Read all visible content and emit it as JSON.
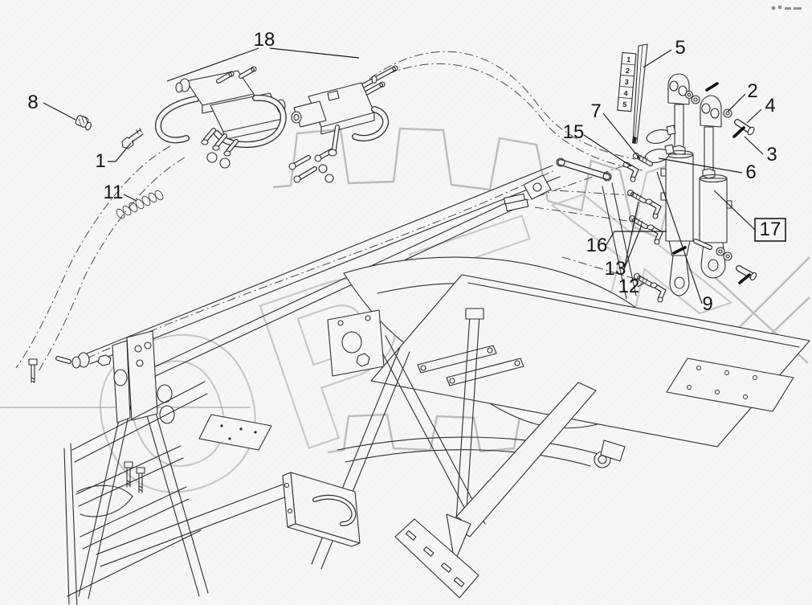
{
  "diagram": {
    "type": "exploded-parts-diagram",
    "subject": "front-loader frame with hydraulic cylinders and valve blocks",
    "background_color": "#f7f6f5",
    "line_color": "#2e2e2e",
    "watermark": {
      "text": "OPEX",
      "color": "#c7c7c7"
    },
    "ruler_digits": [
      "1",
      "2",
      "3",
      "4",
      "5"
    ],
    "callouts": [
      {
        "label": "18",
        "boxed": false
      },
      {
        "label": "8",
        "boxed": false
      },
      {
        "label": "1",
        "boxed": false
      },
      {
        "label": "11",
        "boxed": false
      },
      {
        "label": "5",
        "boxed": false
      },
      {
        "label": "2",
        "boxed": false
      },
      {
        "label": "4",
        "boxed": false
      },
      {
        "label": "3",
        "boxed": false
      },
      {
        "label": "7",
        "boxed": false
      },
      {
        "label": "15",
        "boxed": false
      },
      {
        "label": "6",
        "boxed": false
      },
      {
        "label": "16",
        "boxed": false
      },
      {
        "label": "13",
        "boxed": false
      },
      {
        "label": "12",
        "boxed": false
      },
      {
        "label": "9",
        "boxed": false
      },
      {
        "label": "17",
        "boxed": true
      }
    ]
  }
}
